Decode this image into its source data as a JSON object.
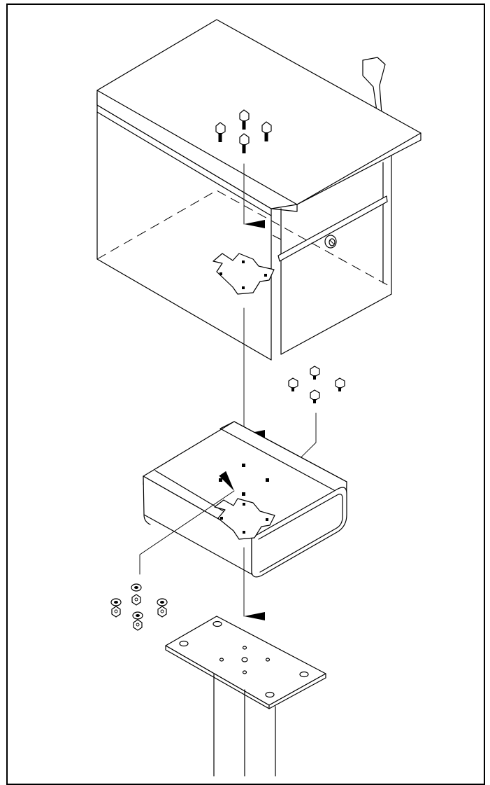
{
  "figure": {
    "description_text": "",
    "components": [
      {
        "id": "cabinet",
        "icon": "enclosure-cabinet-icon"
      },
      {
        "id": "cabinet-bolts",
        "icon": "hex-bolt-icon",
        "count": 4
      },
      {
        "id": "cross-bracket",
        "icon": "cross-bracket-icon"
      },
      {
        "id": "base-bolts",
        "icon": "hex-bolt-icon",
        "count": 4
      },
      {
        "id": "base-adapter",
        "icon": "base-adapter-icon"
      },
      {
        "id": "washer-nut-sets",
        "icon": "washer-nut-icon",
        "count": 4
      },
      {
        "id": "mounting-plate",
        "icon": "mounting-plate-icon"
      },
      {
        "id": "post",
        "icon": "post-icon"
      }
    ],
    "colors": {
      "stroke": "#000000",
      "background": "#ffffff"
    }
  }
}
